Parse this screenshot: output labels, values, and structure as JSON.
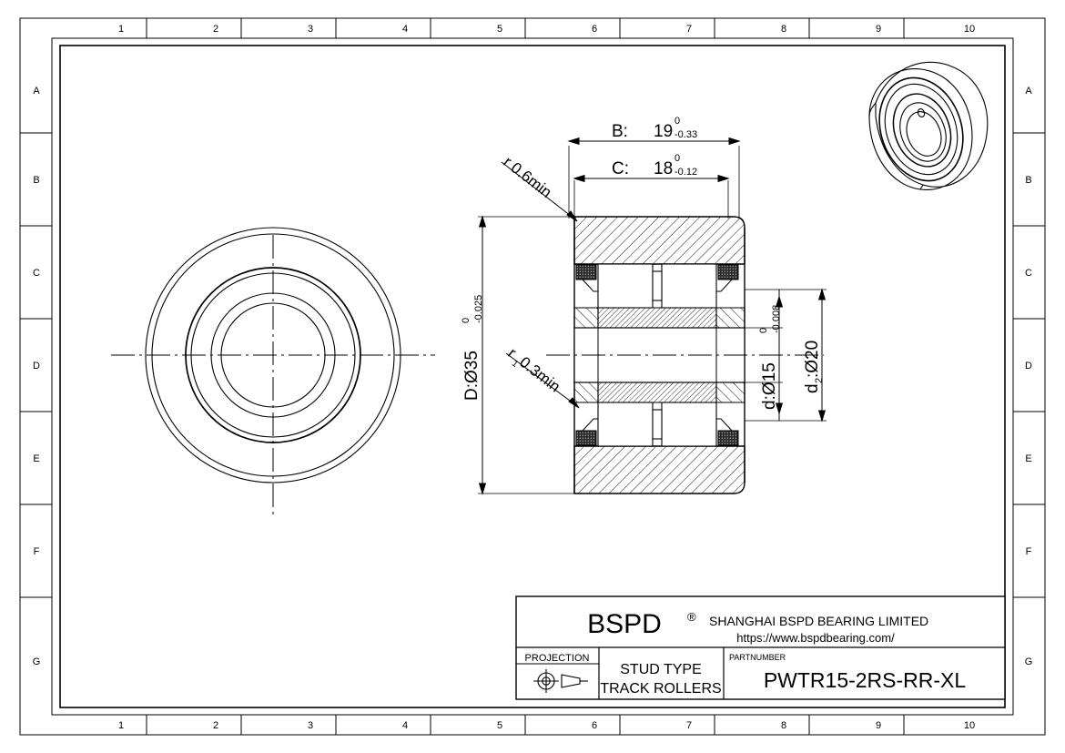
{
  "sheet": {
    "border_columns": [
      "1",
      "2",
      "3",
      "4",
      "5",
      "6",
      "7",
      "8",
      "9",
      "10"
    ],
    "border_rows": [
      "A",
      "B",
      "C",
      "D",
      "E",
      "F",
      "G"
    ]
  },
  "title_block": {
    "brand": "BSPD",
    "brand_mark": "®",
    "company": "SHANGHAI BSPD BEARING LIMITED",
    "website": "https://www.bspdbearing.com/",
    "projection_label": "PROJECTION",
    "projection_symbol": "first-angle-projection-icon",
    "product_line_1": "STUD TYPE",
    "product_line_2": "TRACK ROLLERS",
    "partnumber_label": "PARTNUMBER",
    "partnumber_value": "PWTR15-2RS-RR-XL"
  },
  "dimensions": {
    "width_outer": {
      "name": "B",
      "prefix": "B:",
      "value": "19",
      "tol_upper": "0",
      "tol_lower": "-0.33"
    },
    "width_inner": {
      "name": "C",
      "prefix": "C:",
      "value": "18",
      "tol_upper": "0",
      "tol_lower": "-0.12"
    },
    "outer_dia": {
      "name": "D",
      "prefix": "D:Ø35",
      "tol_upper": "0",
      "tol_lower": "-0.025"
    },
    "bore_dia": {
      "name": "d",
      "prefix": "d:Ø15",
      "tol_upper": "0",
      "tol_lower": "-0.008"
    },
    "stud_dia": {
      "name": "d2",
      "prefix": "d",
      "sub": "2",
      "suffix": ":Ø20"
    },
    "fillet_r": {
      "label": "r 0.6min"
    },
    "fillet_r1": {
      "label_main": "r",
      "label_sub": "1",
      "label_rest": " 0.3min"
    }
  },
  "views": {
    "front_view_name": "front-circular-view",
    "section_view_name": "cross-section-view",
    "iso_view_name": "isometric-3d-view"
  },
  "colors": {
    "line": "#000000",
    "paper": "#ffffff",
    "seal": "#1a1a1a"
  }
}
